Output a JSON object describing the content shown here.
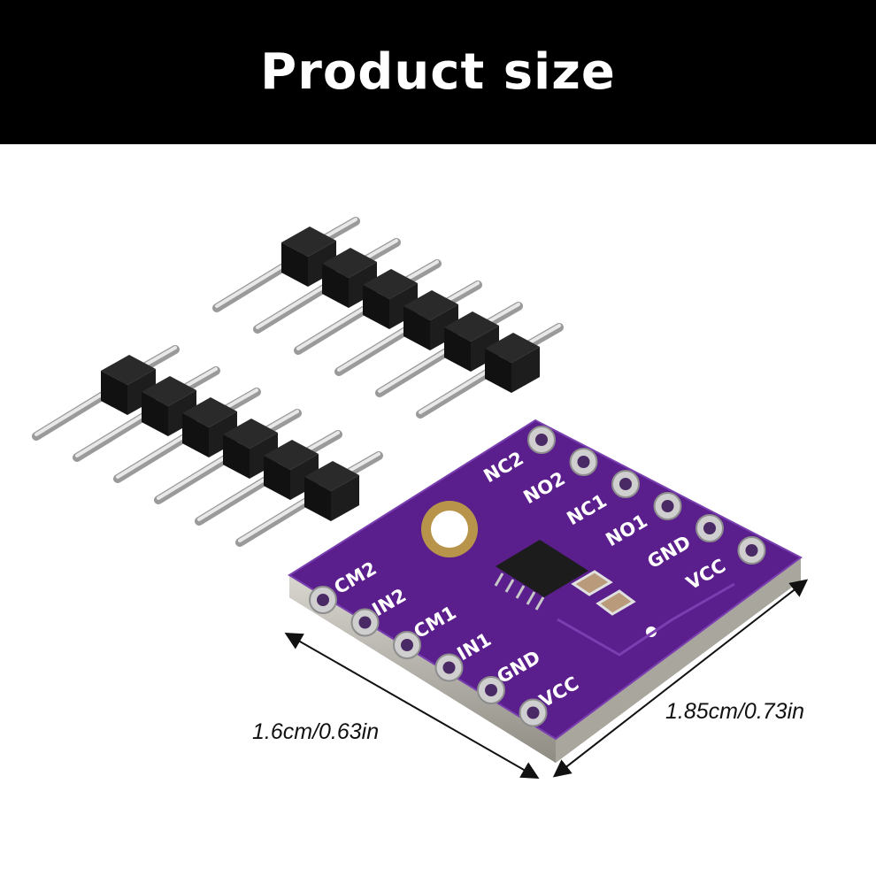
{
  "header": {
    "title": "Product size"
  },
  "dimensions": {
    "width_label": "1.6cm/0.63in",
    "length_label": "1.85cm/0.73in"
  },
  "board": {
    "color": "#5a1f8c",
    "top_edge_pins": [
      "NC2",
      "NO2",
      "NC1",
      "NO1",
      "GND",
      "VCC"
    ],
    "bottom_edge_pins": [
      "CM2",
      "IN2",
      "CM1",
      "IN1",
      "GND",
      "VCC"
    ]
  },
  "header_pins": {
    "strips": 2,
    "pins_per_strip": 6
  }
}
